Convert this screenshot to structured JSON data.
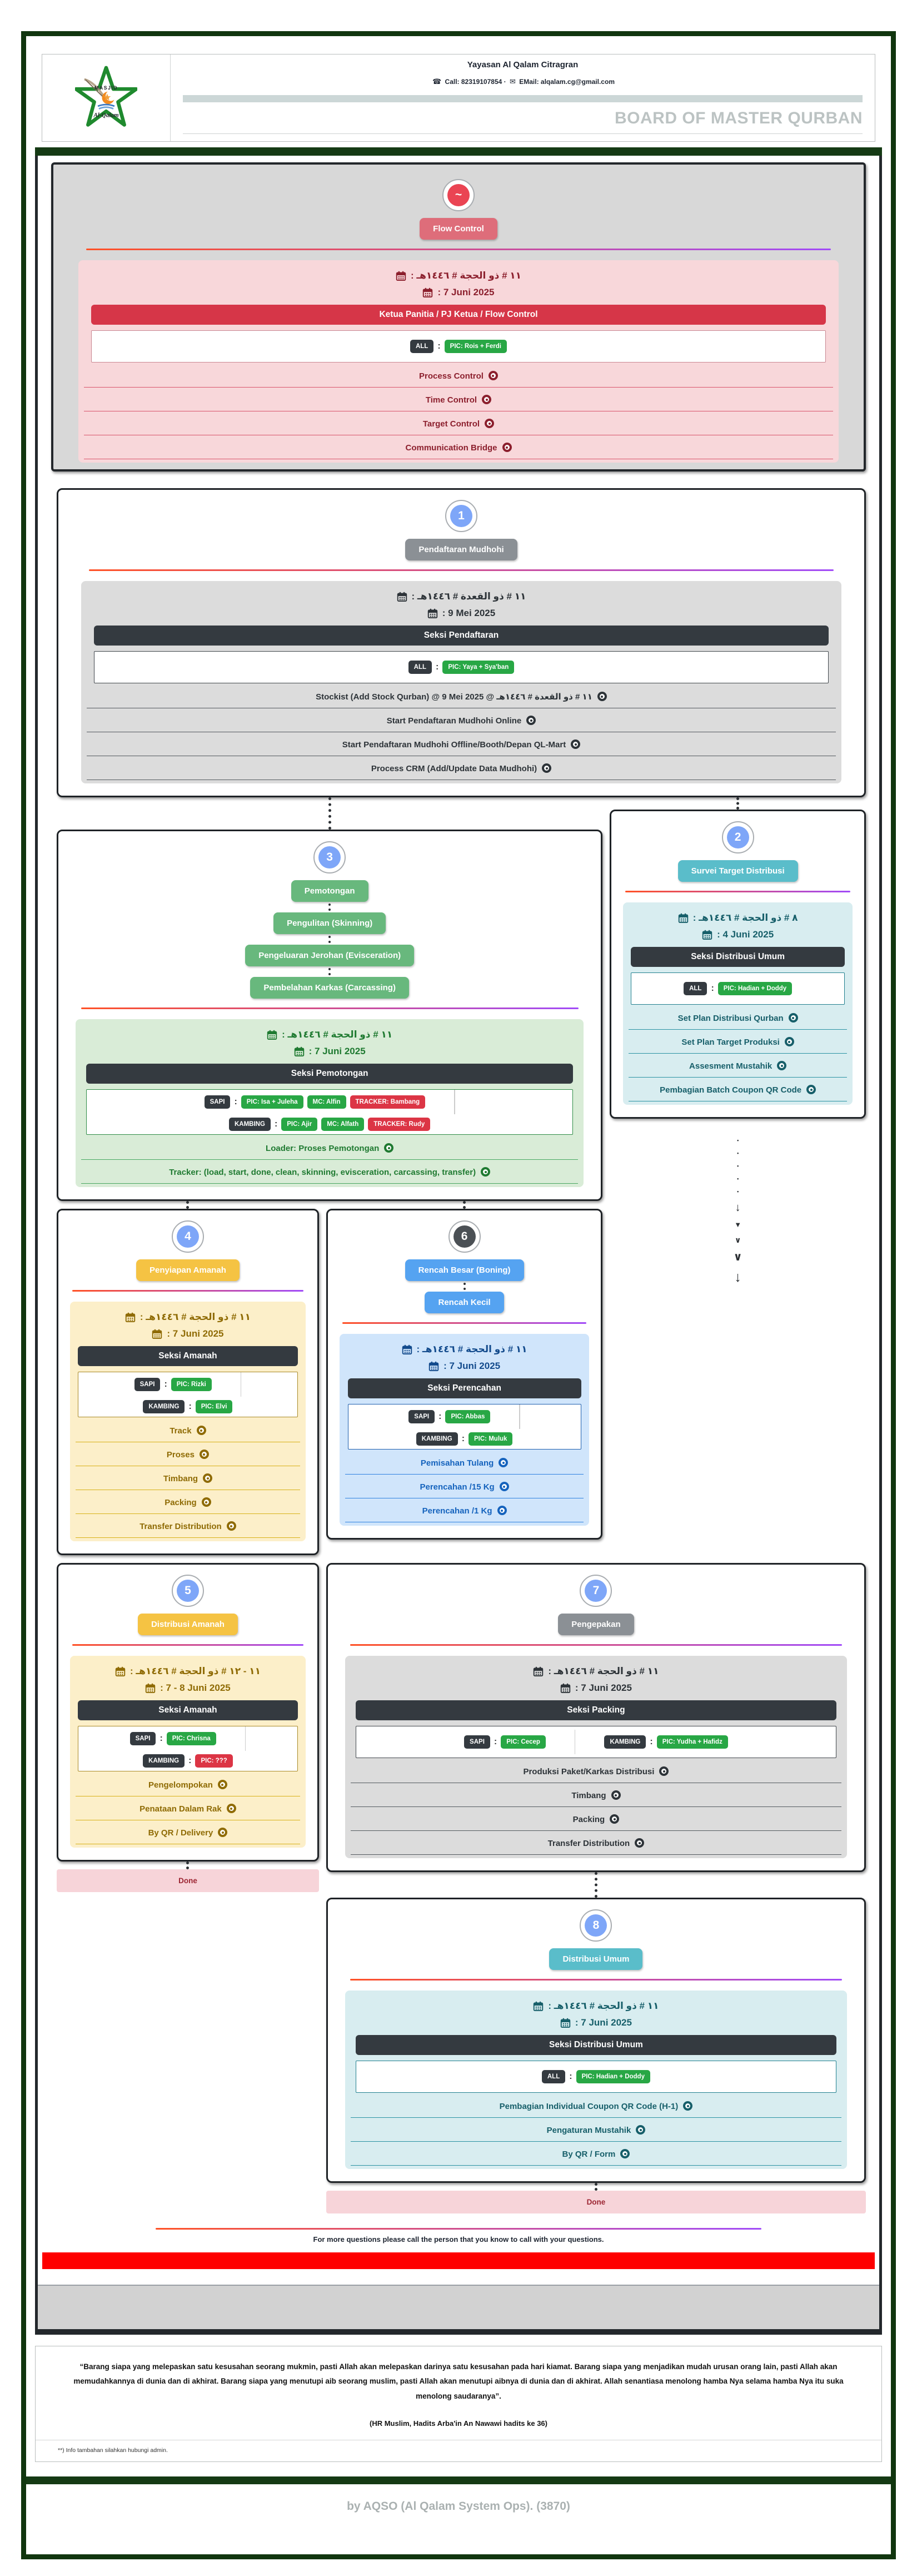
{
  "header": {
    "org_name": "Yayasan Al Qalam Citragran",
    "phone": "Call: 82319107854",
    "separator": "·",
    "email": "EMail: alqalam.cg@gmail.com",
    "board_title": "BOARD OF MASTER QURBAN",
    "logo": {
      "top": "MASJID",
      "bottom": "Al-Qalam"
    }
  },
  "tones": {
    "green": "#28a745",
    "red": "#dc3545"
  },
  "sections": [
    {
      "id": "flow-control",
      "slot": "slot-flow",
      "container": true,
      "circle": {
        "glyph": "~",
        "bg": "#ea4453"
      },
      "badges": [
        "Flow Control"
      ],
      "badge_bg": "#de6d7a",
      "hijri": "١١ # ذو الحجة # ١٤٤٦هـ :",
      "greg": ": 7 Juni 2025",
      "team_bar": "Ketua Panitia / PJ Ketua / Flow Control",
      "team_bar_bg": "#d63648",
      "pics": [
        {
          "label": "ALL",
          "items": [
            {
              "text": "PIC: Rois + Ferdi",
              "tone": "green"
            }
          ]
        }
      ],
      "tasks": [
        "Process Control",
        "Time Control",
        "Target Control",
        "Communication Bridge"
      ],
      "theme": {
        "panel": "#f8d7da",
        "ink": "#8c1f2d",
        "task": "#8c1f2d",
        "line": "#d9556b",
        "picb": "#c98792"
      }
    },
    {
      "id": "1-pendaftaran-mudhohi",
      "slot": "slot-s1",
      "circle": {
        "glyph": "1",
        "bg": "#7ea6f8"
      },
      "badges": [
        "Pendaftaran Mudhohi"
      ],
      "badge_bg": "#8b9095",
      "hijri": "١١ # ذو القعدة # ١٤٤٦هـ :",
      "greg": ": 9 Mei 2025",
      "team_bar": "Seksi Pendaftaran",
      "team_bar_bg": "#343a40",
      "pics": [
        {
          "label": "ALL",
          "items": [
            {
              "text": "PIC: Yaya + Sya'ban",
              "tone": "green"
            }
          ]
        }
      ],
      "tasks": [
        "Stockist (Add Stock Qurban) @ 9 Mei 2025 @ ١١ # ذو القعدة # ١٤٤٦هـ",
        "Start Pendaftaran Mudhohi Online",
        "Start Pendaftaran Mudhohi Offline/Booth/Depan QL-Mart",
        "Process CRM (Add/Update Data Mudhohi)"
      ],
      "theme": {
        "panel": "#dcdcdc",
        "ink": "#2d3338",
        "task": "#2d3338",
        "line": "#53595e",
        "picb": "#41474c"
      }
    },
    {
      "id": "3-pemotongan",
      "slot": "slot-s3",
      "circle": {
        "glyph": "3",
        "bg": "#7ea6f8"
      },
      "badges": [
        "Pemotongan",
        "Pengulitan (Skinning)",
        "Pengeluaran Jerohan (Evisceration)",
        "Pembelahan Karkas (Carcassing)"
      ],
      "badge_bg": "#68b87d",
      "hijri": "١١ # ذو الحجة # ١٤٤٦هـ :",
      "greg": ": 7 Juni 2025",
      "team_bar": "Seksi Pemotongan",
      "team_bar_bg": "#343a40",
      "pics": [
        {
          "label": "SAPI",
          "items": [
            {
              "text": "PIC: Isa + Juleha",
              "tone": "green"
            },
            {
              "text": "MC: Alfin",
              "tone": "green"
            },
            {
              "text": "TRACKER: Bambang",
              "tone": "red"
            }
          ]
        },
        {
          "label": "KAMBING",
          "items": [
            {
              "text": "PIC: Ajir",
              "tone": "green"
            },
            {
              "text": "MC: Alfath",
              "tone": "green"
            },
            {
              "text": "TRACKER: Rudy",
              "tone": "red"
            }
          ]
        }
      ],
      "tasks": [
        "Loader: Proses Pemotongan",
        "Tracker: (load, start, done, clean, skinning, evisceration, carcassing, transfer)"
      ],
      "theme": {
        "panel": "#d9ecd7",
        "ink": "#1f7a31",
        "task": "#1f7a31",
        "line": "#49a862",
        "picb": "#2f8c46"
      }
    },
    {
      "id": "2-survei-target-distribusi",
      "slot": "slot-s2",
      "circle": {
        "glyph": "2",
        "bg": "#7ea6f8"
      },
      "badges": [
        "Survei Target Distribusi"
      ],
      "badge_bg": "#5abdca",
      "hijri": "٨ # ذو الحجة # ١٤٤٦هـ :",
      "greg": ": 4 Juni 2025",
      "team_bar": "Seksi Distribusi Umum",
      "team_bar_bg": "#343a40",
      "pics": [
        {
          "label": "ALL",
          "items": [
            {
              "text": "PIC: Hadian + Doddy",
              "tone": "green"
            }
          ]
        }
      ],
      "tasks": [
        "Set Plan Distribusi Qurban",
        "Set Plan Target Produksi",
        "Assesment Mustahik",
        "Pembagian Batch Coupon QR Code"
      ],
      "theme": {
        "panel": "#d8edf0",
        "ink": "#175f6a",
        "task": "#175f6a",
        "line": "#2b93a3",
        "picb": "#22808f"
      }
    },
    {
      "id": "4-penyiapan-amanah",
      "slot": "slot-s4",
      "circle": {
        "glyph": "4",
        "bg": "#7ea6f8"
      },
      "badges": [
        "Penyiapan Amanah"
      ],
      "badge_bg": "#f5c343",
      "hijri": "١١ # ذو الحجة # ١٤٤٦هـ :",
      "greg": ": 7 Juni 2025",
      "team_bar": "Seksi Amanah",
      "team_bar_bg": "#343a40",
      "pics": [
        {
          "label": "SAPI",
          "items": [
            {
              "text": "PIC: Rizki",
              "tone": "green"
            }
          ]
        },
        {
          "label": "KAMBING",
          "items": [
            {
              "text": "PIC: Elvi",
              "tone": "green"
            }
          ]
        }
      ],
      "tasks": [
        "Track",
        "Proses",
        "Timbang",
        "Packing",
        "Transfer Distribution"
      ],
      "theme": {
        "panel": "#fcefc9",
        "ink": "#8f6b04",
        "task": "#8f6b04",
        "line": "#d8b117",
        "picb": "#a98a28"
      }
    },
    {
      "id": "6-rencah-besar",
      "slot": "slot-s6",
      "circle": {
        "glyph": "6",
        "bg": "#4b5055"
      },
      "badges": [
        "Rencah Besar (Boning)",
        "Rencah Kecil"
      ],
      "badge_bg": "#55a3f1",
      "hijri": "١١ # ذو الحجة # ١٤٤٦هـ :",
      "greg": ": 7 Juni 2025",
      "team_bar": "Seksi Perencahan",
      "team_bar_bg": "#343a40",
      "pics": [
        {
          "label": "SAPI",
          "items": [
            {
              "text": "PIC: Abbas",
              "tone": "green"
            }
          ]
        },
        {
          "label": "KAMBING",
          "items": [
            {
              "text": "PIC: Muluk",
              "tone": "green"
            }
          ]
        }
      ],
      "tasks": [
        "Pemisahan Tulang",
        "Perencahan /15 Kg",
        "Perencahan /1 Kg"
      ],
      "theme": {
        "panel": "#d0e5fb",
        "ink": "#124a8c",
        "task": "#1563bd",
        "line": "#2f82e0",
        "picb": "#1f5fae"
      }
    },
    {
      "id": "5-distribusi-amanah",
      "slot": "slot-s5",
      "circle": {
        "glyph": "5",
        "bg": "#7ea6f8"
      },
      "badges": [
        "Distribusi Amanah"
      ],
      "badge_bg": "#f5c343",
      "hijri": "١١ - ١٢ # ذو الحجة # ١٤٤٦هـ :",
      "greg": ": 7 - 8 Juni 2025",
      "team_bar": "Seksi Amanah",
      "team_bar_bg": "#343a40",
      "pics": [
        {
          "label": "SAPI",
          "items": [
            {
              "text": "PIC: Chrisna",
              "tone": "green"
            }
          ]
        },
        {
          "label": "KAMBING",
          "items": [
            {
              "text": "PIC: ???",
              "tone": "red"
            }
          ]
        }
      ],
      "tasks": [
        "Pengelompokan",
        "Penataan Dalam Rak",
        "By QR / Delivery"
      ],
      "theme": {
        "panel": "#fcefc9",
        "ink": "#8f6b04",
        "task": "#8f6b04",
        "line": "#d8b117",
        "picb": "#a98a28"
      }
    },
    {
      "id": "7-pengepakan",
      "slot": "slot-s7",
      "circle": {
        "glyph": "7",
        "bg": "#7ea6f8"
      },
      "badges": [
        "Pengepakan"
      ],
      "badge_bg": "#8b9095",
      "hijri": "١١ # ذو الحجة # ١٤٤٦هـ :",
      "greg": ": 7 Juni 2025",
      "team_bar": "Seksi Packing",
      "team_bar_bg": "#343a40",
      "pics": [
        {
          "label": "SAPI",
          "items": [
            {
              "text": "PIC: Cecep",
              "tone": "green"
            }
          ]
        },
        {
          "label": "KAMBING",
          "items": [
            {
              "text": "PIC: Yudha + Hafidz",
              "tone": "green"
            }
          ]
        }
      ],
      "tasks": [
        "Produksi Paket/Karkas Distribusi",
        "Timbang",
        "Packing",
        "Transfer Distribution"
      ],
      "theme": {
        "panel": "#dcdcdc",
        "ink": "#2d3338",
        "task": "#2d3338",
        "line": "#53595e",
        "picb": "#41474c"
      }
    },
    {
      "id": "8-distribusi-umum",
      "slot": "slot-s8",
      "circle": {
        "glyph": "8",
        "bg": "#7ea6f8"
      },
      "badges": [
        "Distribusi Umum"
      ],
      "badge_bg": "#5abdca",
      "hijri": "١١ # ذو الحجة # ١٤٤٦هـ :",
      "greg": ": 7 Juni 2025",
      "team_bar": "Seksi Distribusi Umum",
      "team_bar_bg": "#343a40",
      "pics": [
        {
          "label": "ALL",
          "items": [
            {
              "text": "PIC: Hadian + Doddy",
              "tone": "green"
            }
          ]
        }
      ],
      "tasks": [
        "Pembagian Individual Coupon QR Code (H-1)",
        "Pengaturan Mustahik",
        "By QR / Form"
      ],
      "theme": {
        "panel": "#d8edf0",
        "ink": "#175f6a",
        "task": "#175f6a",
        "line": "#2b93a3",
        "picb": "#22808f"
      }
    }
  ],
  "arrow_column": {
    "glyphs": [
      "•",
      "•",
      "•",
      "•",
      "•",
      "↓",
      "▼",
      "∨",
      "∨",
      "↓"
    ]
  },
  "footer": {
    "done_label": "Done",
    "note": "For more questions please call the person that you know to call with your questions.",
    "quote": "“Barang siapa yang melepaskan satu kesusahan seorang mukmin, pasti Allah akan melepaskan darinya satu kesusahan pada hari kiamat. Barang siapa yang menjadikan mudah urusan orang lain, pasti Allah akan memudahkannya di dunia dan di akhirat. Barang siapa yang menutupi aib seorang muslim, pasti Allah akan menutupi aibnya di dunia dan di akhirat. Allah senantiasa menolong hamba Nya selama hamba Nya itu suka menolong saudaranya”.",
    "quote_source": "(HR Muslim, Hadits Arba'in An Nawawi hadits ke 36)",
    "admin_note": "**) Info tambahan silahkan hubungi admin.",
    "credit": "by AQSO (Al Qalam System Ops). (3870)"
  }
}
